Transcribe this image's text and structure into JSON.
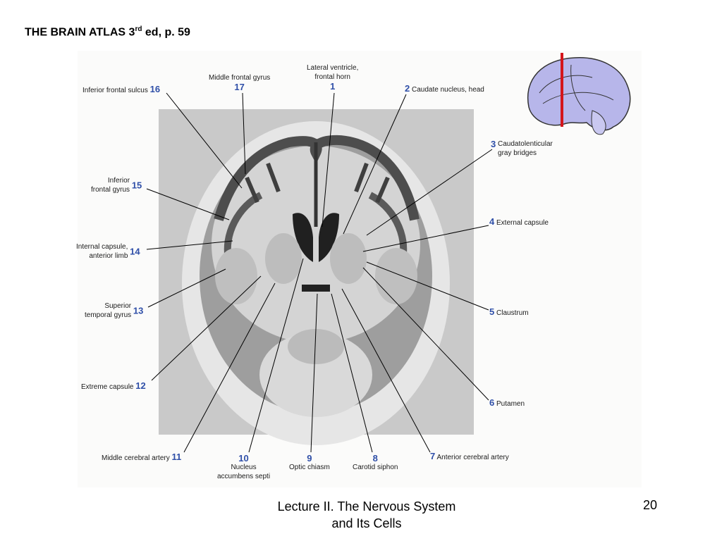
{
  "title": {
    "main": "THE BRAIN ATLAS  3",
    "sup": "rd",
    "rest": " ed, p. 59"
  },
  "labels": {
    "l1": {
      "text": "Lateral ventricle,\nfrontal horn",
      "num": "1"
    },
    "l2": {
      "text": "Caudate nucleus, head",
      "num": "2"
    },
    "l3": {
      "text": "Caudatolenticular\ngray bridges",
      "num": "3"
    },
    "l4": {
      "text": "External capsule",
      "num": "4"
    },
    "l5": {
      "text": "Claustrum",
      "num": "5"
    },
    "l6": {
      "text": "Putamen",
      "num": "6"
    },
    "l7": {
      "text": "Anterior cerebral artery",
      "num": "7"
    },
    "l8": {
      "text": "Carotid siphon",
      "num": "8"
    },
    "l9": {
      "text": "Optic chiasm",
      "num": "9"
    },
    "l10": {
      "text": "Nucleus\naccumbens septi",
      "num": "10"
    },
    "l11": {
      "text": "Middle cerebral artery",
      "num": "11"
    },
    "l12": {
      "text": "Extreme capsule",
      "num": "12"
    },
    "l13": {
      "text": "Superior\ntemporal gyrus",
      "num": "13"
    },
    "l14": {
      "text": "Internal capsule,\nanterior limb",
      "num": "14"
    },
    "l15": {
      "text": "Inferior\nfrontal gyrus",
      "num": "15"
    },
    "l16": {
      "text": "Inferior frontal sulcus",
      "num": "16"
    },
    "l17": {
      "text": "Middle frontal gyrus",
      "num": "17"
    }
  },
  "footer": {
    "line1": "Lecture II. The Nervous System",
    "line2": "and Its Cells",
    "page": "20"
  },
  "colors": {
    "label_number": "#2f4fa8",
    "section_marker": "#d4151b",
    "brain_inset": "#b7b6ea"
  }
}
